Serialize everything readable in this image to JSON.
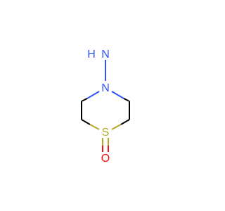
{
  "molecule": {
    "atoms": {
      "h": {
        "label": "H",
        "color": "#3050F8"
      },
      "n_amine": {
        "label": "N",
        "color": "#3050F8"
      },
      "n_ring": {
        "label": "N",
        "color": "#3050F8"
      },
      "s": {
        "label": "S",
        "color": "#B2A824"
      },
      "o": {
        "label": "O",
        "color": "#FF0D0D"
      }
    },
    "bond_color": "#000000"
  }
}
